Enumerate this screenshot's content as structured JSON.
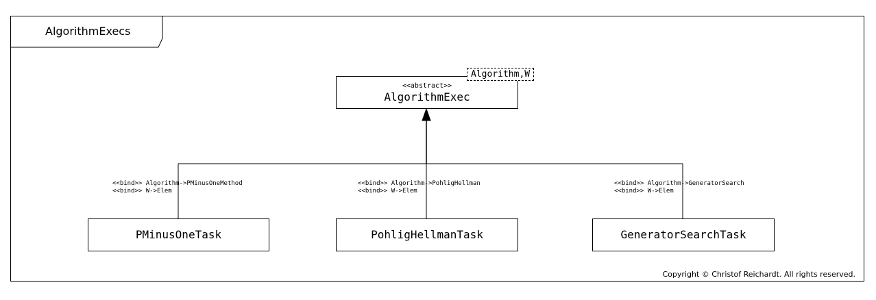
{
  "frame": {
    "title": "AlgorithmExecs"
  },
  "classes": {
    "base": {
      "stereotype": "<<abstract>>",
      "name": "AlgorithmExec",
      "template_params": "Algorithm,W"
    },
    "pminus": {
      "name": "PMinusOneTask",
      "bind_algorithm": "<<bind>> Algorithm->PMinusOneMethod",
      "bind_w": "<<bind>> W->Elem"
    },
    "pohlig": {
      "name": "PohligHellmanTask",
      "bind_algorithm": "<<bind>> Algorithm->PohligHellman",
      "bind_w": "<<bind>> W->Elem"
    },
    "generator": {
      "name": "GeneratorSearchTask",
      "bind_algorithm": "<<bind>> Algorithm->GeneratorSearch",
      "bind_w": "<<bind>> W->Elem"
    }
  },
  "footer": {
    "copyright": "Copyright © Christof Reichardt. All rights reserved."
  }
}
